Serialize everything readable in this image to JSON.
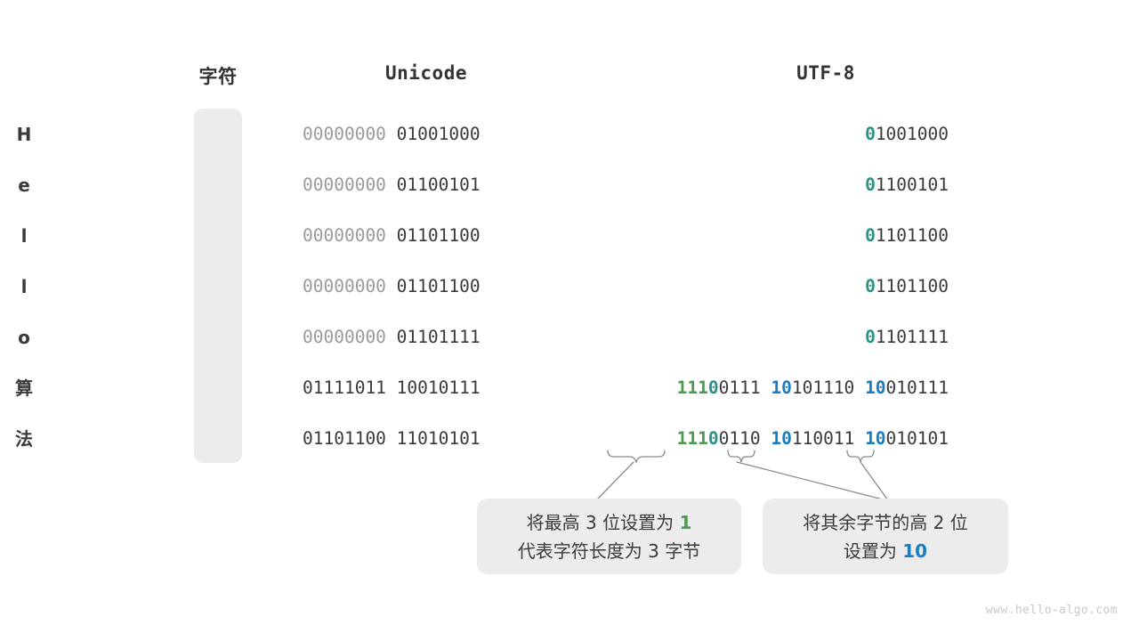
{
  "headers": {
    "character": "字符",
    "unicode": "Unicode",
    "utf8": "UTF-8"
  },
  "colors": {
    "teal": "#2a9183",
    "green": "#4a9a4f",
    "blue": "#1a7dc4",
    "dark": "#3a3a3a",
    "dim": "#9a9a9a",
    "panel": "#ececec",
    "background": "#ffffff",
    "watermark": "#c8c8c8"
  },
  "rows": [
    {
      "character": "H",
      "unicode": {
        "high": "00000000",
        "low": "01001000"
      },
      "utf8": [
        {
          "marker": "0",
          "marker_color": "teal",
          "rest": "1001000"
        }
      ]
    },
    {
      "character": "e",
      "unicode": {
        "high": "00000000",
        "low": "01100101"
      },
      "utf8": [
        {
          "marker": "0",
          "marker_color": "teal",
          "rest": "1100101"
        }
      ]
    },
    {
      "character": "l",
      "unicode": {
        "high": "00000000",
        "low": "01101100"
      },
      "utf8": [
        {
          "marker": "0",
          "marker_color": "teal",
          "rest": "1101100"
        }
      ]
    },
    {
      "character": "l",
      "unicode": {
        "high": "00000000",
        "low": "01101100"
      },
      "utf8": [
        {
          "marker": "0",
          "marker_color": "teal",
          "rest": "1101100"
        }
      ]
    },
    {
      "character": "o",
      "unicode": {
        "high": "00000000",
        "low": "01101111"
      },
      "utf8": [
        {
          "marker": "0",
          "marker_color": "teal",
          "rest": "1101111"
        }
      ]
    },
    {
      "character": "算",
      "unicode": {
        "high": "01111011",
        "low": "10010111"
      },
      "utf8": [
        {
          "marker": "111",
          "marker_color": "green",
          "marker2": "0",
          "marker2_color": "teal",
          "rest": "0111"
        },
        {
          "marker": "10",
          "marker_color": "blue",
          "rest": "101110"
        },
        {
          "marker": "10",
          "marker_color": "blue",
          "rest": "010111"
        }
      ]
    },
    {
      "character": "法",
      "unicode": {
        "high": "01101100",
        "low": "11010101"
      },
      "utf8": [
        {
          "marker": "111",
          "marker_color": "green",
          "marker2": "0",
          "marker2_color": "teal",
          "rest": "0110"
        },
        {
          "marker": "10",
          "marker_color": "blue",
          "rest": "110011"
        },
        {
          "marker": "10",
          "marker_color": "blue",
          "rest": "010101"
        }
      ]
    }
  ],
  "callouts": [
    {
      "line1_a": "将最高 3 位设置为 ",
      "line1_hl": "1",
      "line1_hl_color": "green",
      "line2": "代表字符长度为 3 字节"
    },
    {
      "line1": "将其余字节的高 2 位",
      "line2_a": "设置为 ",
      "line2_hl": "10",
      "line2_hl_color": "blue"
    }
  ],
  "watermark": "www.hello-algo.com"
}
